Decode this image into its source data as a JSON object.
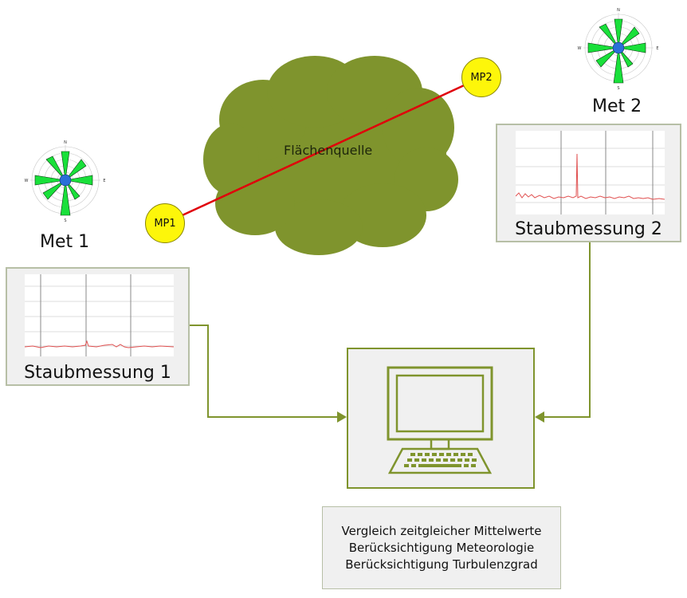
{
  "cloud": {
    "label": "Flächenquelle",
    "color": "#7f942d"
  },
  "mp1": {
    "label": "MP1"
  },
  "mp2": {
    "label": "MP2"
  },
  "met1": {
    "label": "Met 1"
  },
  "met2": {
    "label": "Met 2"
  },
  "panel1": {
    "label": "Staubmessung 1"
  },
  "panel2": {
    "label": "Staubmessung 2"
  },
  "note": {
    "lines": [
      "Vergleich zeitgleicher Mittelwerte",
      "Berücksichtigung Meteorologie",
      "Berücksichtigung Turbulenzgrad"
    ]
  },
  "colors": {
    "accent": "#7f942d",
    "mp_fill": "#fdf60a",
    "line_red": "#e0000a",
    "trace": "#e05050"
  }
}
